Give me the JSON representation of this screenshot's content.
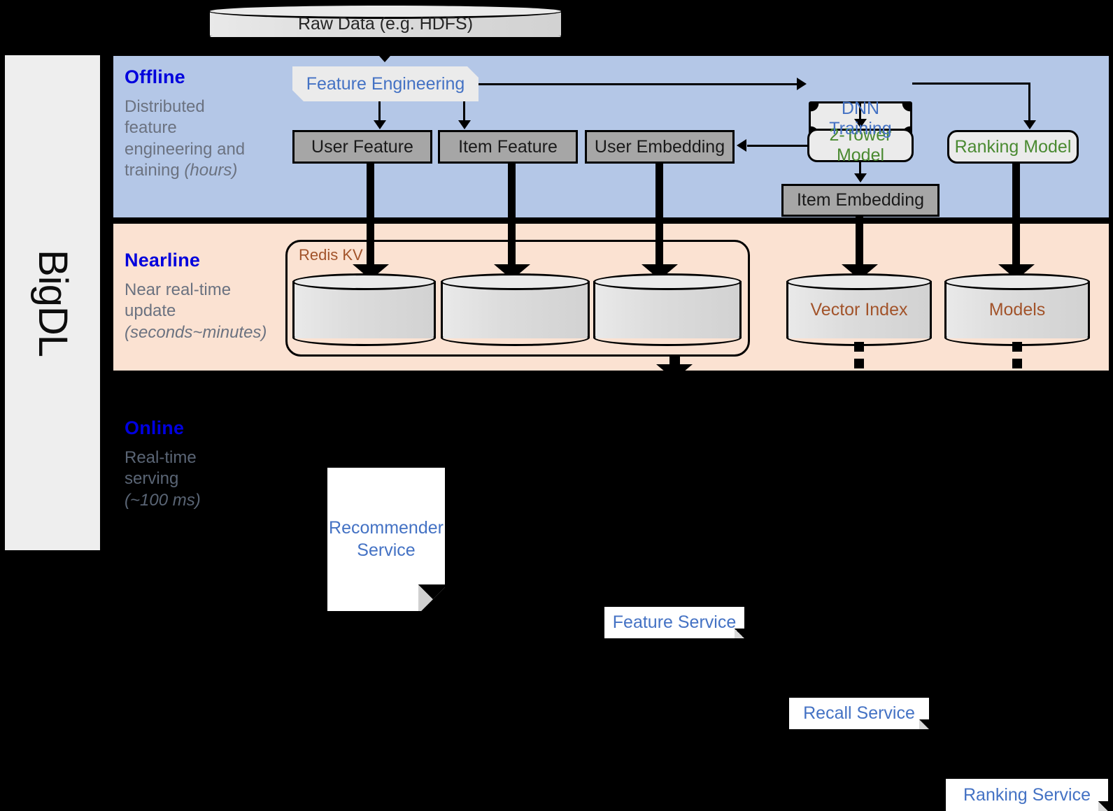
{
  "platform": {
    "name": "BigDL"
  },
  "source": {
    "label": "Raw Data (e.g. HDFS)"
  },
  "stages": [
    {
      "key": "offline",
      "title": "Offline",
      "desc_line1": "Distributed",
      "desc_line2": "feature",
      "desc_line3": "engineering and",
      "desc_line4": "training ",
      "desc_italic": "(hours)"
    },
    {
      "key": "nearline",
      "title": "Nearline",
      "desc_line1": "Near real-time",
      "desc_line2": "update",
      "desc_italic": "(seconds~minutes)"
    },
    {
      "key": "online",
      "title": "Online",
      "desc_line1": "Real-time",
      "desc_line2": "serving",
      "desc_italic": "(~100 ms)"
    }
  ],
  "offline": {
    "feature_engineering": "Feature Engineering",
    "dnn_training": "DNN Training",
    "user_feature": "User Feature",
    "item_feature": "Item Feature",
    "user_embedding": "User Embedding",
    "two_tower_model": "2-Tower Model",
    "ranking_model": "Ranking Model",
    "item_embedding": "Item Embedding"
  },
  "nearline": {
    "redis_group": "Redis KV",
    "store_user_feature": "",
    "store_item_feature": "",
    "store_user_embedding": "",
    "vector_index": "Vector Index",
    "models": "Models"
  },
  "online": {
    "recommender_service_line1": "Recommender",
    "recommender_service_line2": "Service",
    "feature_service": "Feature Service",
    "recall_service": "Recall Service",
    "ranking_service": "Ranking Service"
  },
  "colors": {
    "offline_band": "#b4c7e7",
    "nearline_band": "#fbe2d2",
    "online_band": "#000000",
    "stage_title": "#0000dd",
    "process_text": "#4472c4",
    "model_text": "#4a8a31",
    "store_text": "#a2532a",
    "datastore_fill": "#a6a6a6",
    "panel_fill": "#eeeeee"
  }
}
